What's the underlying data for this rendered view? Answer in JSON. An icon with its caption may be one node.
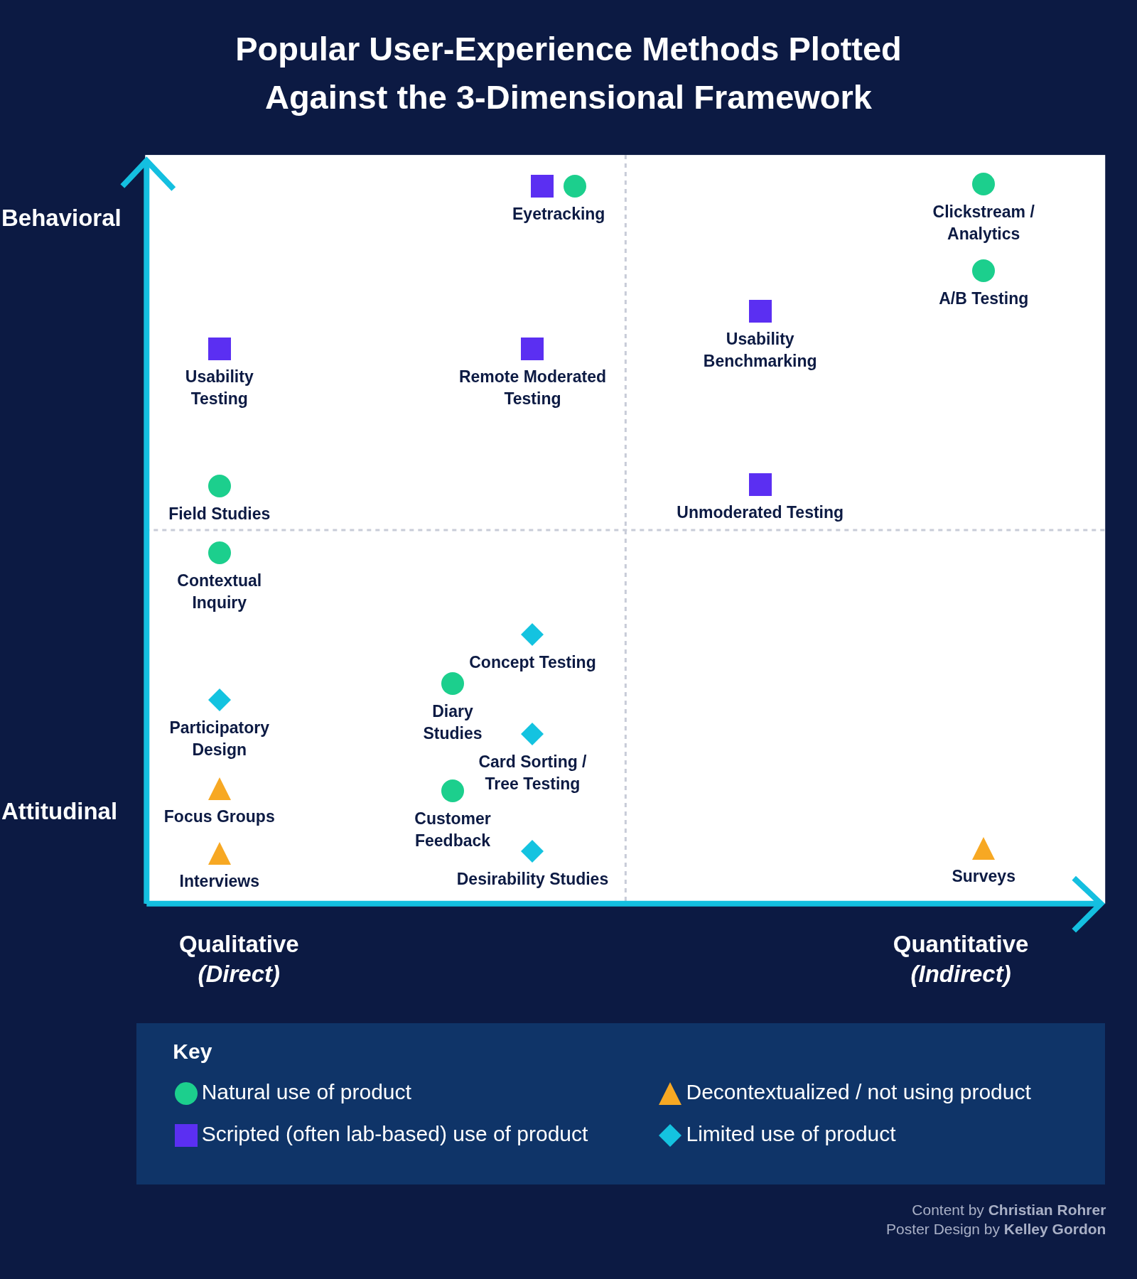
{
  "diagram": {
    "title": "Popular User-Experience Methods Plotted Against the 3-Dimensional Framework",
    "nodes": [
      {
        "text": [
          "Eyetracking"
        ]
      },
      {
        "text": [
          "Clickstream / Analytics"
        ]
      },
      {
        "text": [
          "A/B Testing"
        ]
      },
      {
        "text": [
          "Usability Benchmarking"
        ]
      },
      {
        "text": [
          "Usability Testing"
        ]
      },
      {
        "text": [
          "Remote Moderated Testing"
        ]
      },
      {
        "text": [
          "Field Studies"
        ]
      },
      {
        "text": [
          "Unmoderated Testing"
        ]
      },
      {
        "text": [
          "Contextual Inquiry"
        ]
      },
      {
        "text": [
          "Concept Testing"
        ]
      },
      {
        "text": [
          "Diary Studies"
        ]
      },
      {
        "text": [
          "Participatory Design"
        ]
      },
      {
        "text": [
          "Card Sorting / Tree Testing"
        ]
      },
      {
        "text": [
          "Focus Groups"
        ]
      },
      {
        "text": [
          "Customer Feedback"
        ]
      },
      {
        "text": [
          "Interviews"
        ]
      },
      {
        "text": [
          "Desirability Studies"
        ]
      },
      {
        "text": [
          "Surveys"
        ]
      }
    ],
    "labels": [
      "Behavioral",
      "Attitudinal",
      "Qualitative *(Direct)*",
      "Quantitative *(Indirect)*",
      "Key",
      "Content by **Christian Rohrer**",
      "Poster Design by **Kelley Gordon**"
    ],
    "legend": [
      {
        "text": "Natural use of product",
        "color": "#1ccf8d"
      },
      {
        "text": "Decontextualized / not using product",
        "color": "#f7a823"
      },
      {
        "text": "Scripted (often lab-based) use of product",
        "color": "#5b2ff2"
      },
      {
        "text": "Limited use of product",
        "color": "#14c3e0"
      }
    ]
  }
}
